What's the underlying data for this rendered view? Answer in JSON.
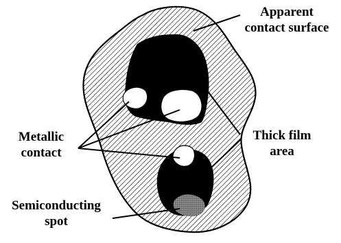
{
  "labels": {
    "apparent_line1": "Apparent",
    "apparent_line2": "contact surface",
    "thick_line1": "Thick film",
    "thick_line2": "area",
    "metallic_line1": "Metallic",
    "metallic_line2": "contact",
    "semi_line1": "Semiconducting",
    "semi_line2": "spot"
  },
  "colors": {
    "thick_film": "#000000",
    "metallic_contact": "#ffffff",
    "semiconducting_spot": "#7a7a7a",
    "hatch_line": "#000000"
  }
}
